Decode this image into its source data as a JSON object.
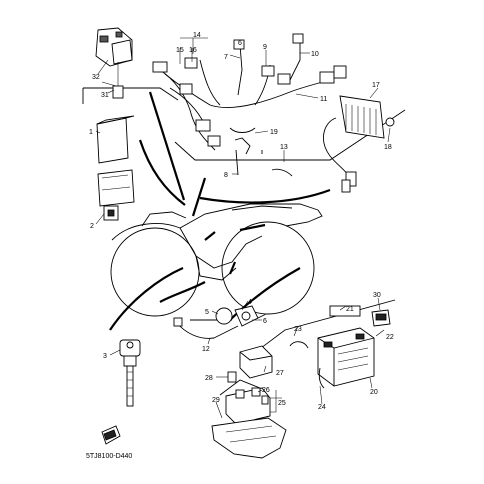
{
  "diagram": {
    "code": "5TJ8100-D440",
    "callouts": [
      "1",
      "2",
      "3",
      "4",
      "5",
      "6",
      "7",
      "8",
      "9",
      "10",
      "11",
      "12",
      "13",
      "14",
      "15",
      "16",
      "17",
      "18",
      "19",
      "20",
      "21",
      "22",
      "23",
      "24",
      "25",
      "26",
      "27",
      "28",
      "29",
      "30",
      "31",
      "32"
    ]
  }
}
